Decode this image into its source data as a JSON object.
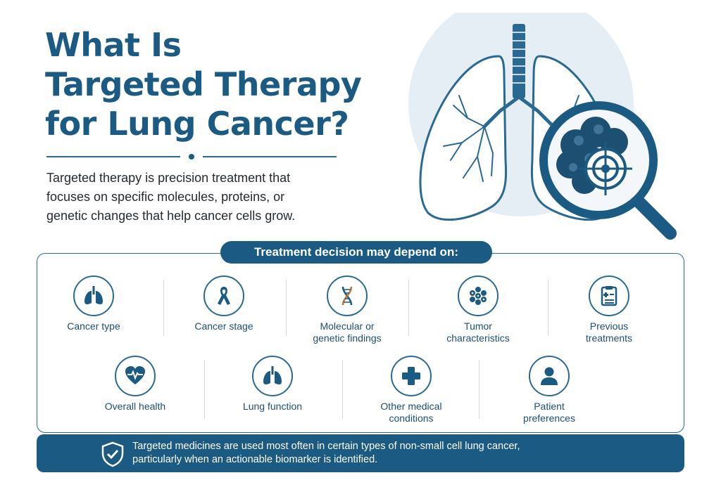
{
  "title": {
    "line1": "What Is",
    "line2": "Targeted Therapy",
    "line3": "for Lung Cancer?"
  },
  "intro": {
    "line1": "Targeted therapy is precision treatment that",
    "line2": "focuses on specific molecules, proteins, or",
    "line3": "genetic changes that help cancer cells grow."
  },
  "section": {
    "heading": "Treatment decision may depend on:"
  },
  "factors_row1": [
    {
      "icon": "lungs-icon",
      "line1": "Cancer type",
      "line2": ""
    },
    {
      "icon": "ribbon-icon",
      "line1": "Cancer stage",
      "line2": ""
    },
    {
      "icon": "dna-icon",
      "line1": "Molecular or",
      "line2": "genetic findings"
    },
    {
      "icon": "tumor-cells-icon",
      "line1": "Tumor",
      "line2": "characteristics"
    },
    {
      "icon": "clipboard-icon",
      "line1": "Previous",
      "line2": "treatments"
    }
  ],
  "factors_row2": [
    {
      "icon": "heart-pulse-icon",
      "line1": "Overall health",
      "line2": ""
    },
    {
      "icon": "lungs-icon",
      "line1": "Lung function",
      "line2": ""
    },
    {
      "icon": "medical-cross-icon",
      "line1": "Other medical",
      "line2": "conditions"
    },
    {
      "icon": "person-icon",
      "line1": "Patient",
      "line2": "preferences"
    }
  ],
  "banner": {
    "line1": "Targeted medicines are used most often in certain types of non-small cell lung cancer,",
    "line2": "particularly when an actionable biomarker is identified."
  },
  "colors": {
    "primary": "#1b5a82",
    "accent_light": "#e6eef5",
    "text": "#252b31"
  }
}
